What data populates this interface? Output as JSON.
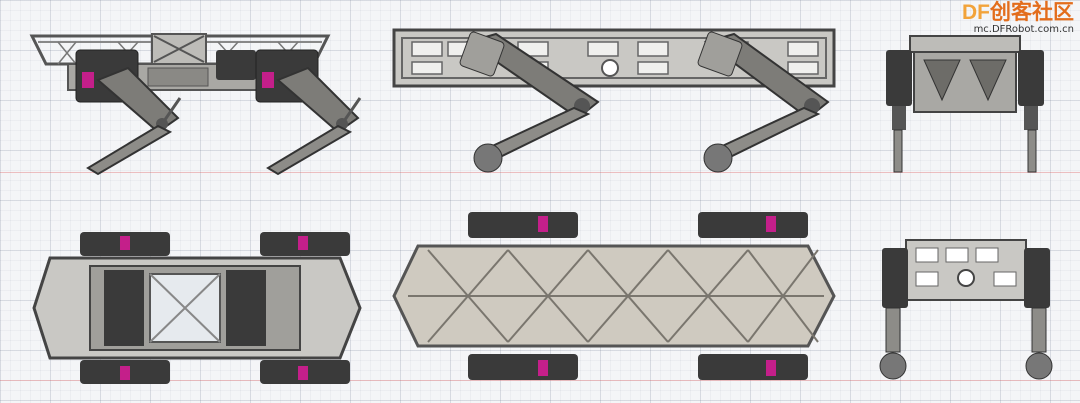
{
  "watermark": {
    "logo_letters": "DF",
    "logo_text": "创客社区",
    "url": "mc.DFRobot.com.cn"
  },
  "colors": {
    "frame": "#8f8f8f",
    "frame_light": "#b9b8b4",
    "frame_dark": "#4a4a4a",
    "servo": "#2f2f2f",
    "servo_accent": "#c41f8a",
    "grid": "#dfe3ea"
  },
  "views": [
    {
      "name": "side-view-robot-dog"
    },
    {
      "name": "side-view-robot-dog-alt"
    },
    {
      "name": "front-view-robot-dog"
    },
    {
      "name": "top-view-robot-dog"
    },
    {
      "name": "bottom-view-robot-dog"
    },
    {
      "name": "rear-view-robot-dog"
    }
  ]
}
